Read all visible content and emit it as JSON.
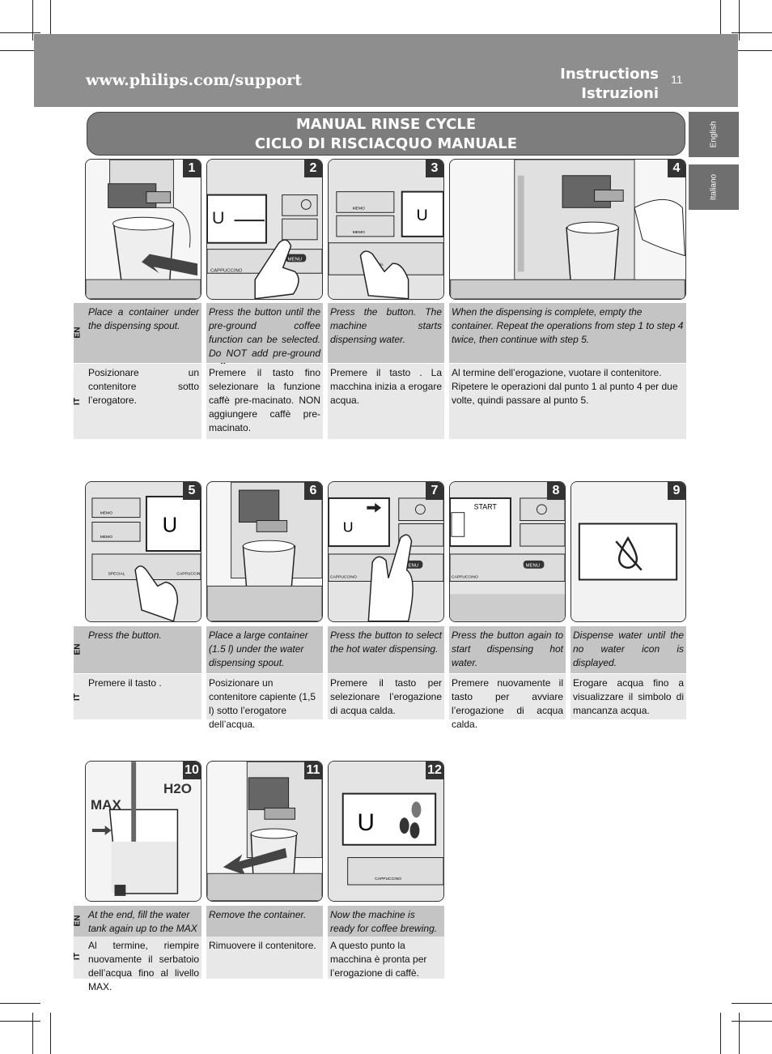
{
  "header": {
    "url": "www.philips.com/support",
    "title_en": "Instructions",
    "title_it": "Istruzioni",
    "page_number": "11"
  },
  "side_tabs": {
    "english": "English",
    "italiano": "Italiano"
  },
  "title": {
    "en": "MANUAL RINSE CYCLE",
    "it": "CICLO DI RISCIACQUO MANUALE"
  },
  "lang_labels": {
    "en": "EN",
    "it": "IT"
  },
  "steps": [
    {
      "num": "1",
      "en": "Place a container under the dispensing spout.",
      "it": "Posizionare un contenitore sotto l’erogatore."
    },
    {
      "num": "2",
      "en": "Press the button until the pre-ground coffee function can be selected. Do NOT add pre-ground coffee.",
      "it": "Premere il tasto fino selezionare la funzione caffè pre-macinato. NON aggiungere caffè pre-macinato."
    },
    {
      "num": "3",
      "en": "Press the button. The machine starts dispensing water.",
      "it": "Premere il tasto . La macchina inizia a erogare acqua."
    },
    {
      "num": "4",
      "en": "When the dispensing is complete, empty the container. Repeat the operations from step 1 to step 4 twice, then continue with step 5.",
      "it": "Al termine dell’erogazione, vuotare il contenitore. Ripetere le operazioni dal punto 1 al punto 4 per due volte, quindi passare al punto 5."
    },
    {
      "num": "5",
      "en": "Press the button.",
      "it": "Premere il tasto ."
    },
    {
      "num": "6",
      "en": "Place a large container (1.5 l) under the water dispensing spout.",
      "it": "Posizionare un contenitore capiente (1,5 l) sotto l’erogatore dell’acqua."
    },
    {
      "num": "7",
      "en": "Press the button to select the hot water dispensing.",
      "it": "Premere il tasto per selezionare l’erogazione di acqua calda."
    },
    {
      "num": "8",
      "en": "Press the button again to start dispensing hot water.",
      "it": "Premere nuovamente il tasto per avviare l’erogazione di acqua calda."
    },
    {
      "num": "9",
      "en": "Dispense water until the no water icon is displayed.",
      "it": "Erogare acqua fino a visualizzare il simbolo di mancanza acqua."
    },
    {
      "num": "10",
      "en": "At the end, fill the water tank again up to the MAX level.",
      "it": "Al termine, riempire nuovamente il serbatoio dell’acqua fino al livello MAX."
    },
    {
      "num": "11",
      "en": "Remove the container.",
      "it": "Rimuovere il contenitore."
    },
    {
      "num": "12",
      "en": "Now the machine is ready for coffee brewing.",
      "it": "A questo punto la macchina è pronta per l’erogazione di caffè."
    }
  ],
  "illustration_text": {
    "menu": "MENU",
    "memo": "MEMO",
    "cappuccino": "CAPPUCCINO",
    "special": "SPECIAL",
    "start": "START",
    "max": "MAX",
    "h2o": "H2O"
  }
}
